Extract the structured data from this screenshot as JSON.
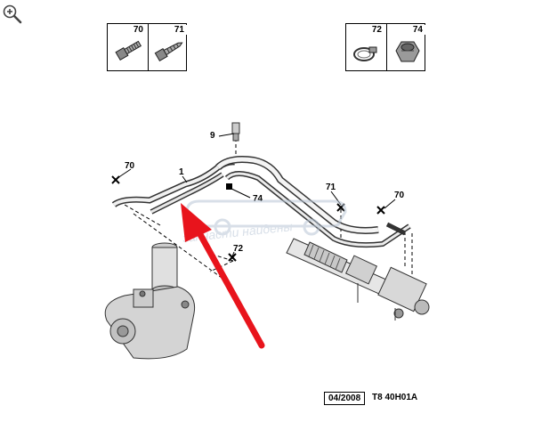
{
  "toolbar": {
    "zoom_icon": "zoom-in-icon"
  },
  "parts_box_left": {
    "items": [
      {
        "number": "70"
      },
      {
        "number": "71"
      }
    ]
  },
  "parts_box_right": {
    "items": [
      {
        "number": "72"
      },
      {
        "number": "74"
      }
    ]
  },
  "callouts": {
    "c1": "1",
    "c9": "9",
    "c70_left": "70",
    "c70_right": "70",
    "c71": "71",
    "c72": "72",
    "c74": "74"
  },
  "watermark": {
    "line2": "запчасти найдены"
  },
  "footer": {
    "date": "04/2008",
    "code": "T8 40H01A"
  },
  "colors": {
    "arrow": "#e8141c",
    "line": "#000000",
    "watermark": "#b9c6d6"
  }
}
